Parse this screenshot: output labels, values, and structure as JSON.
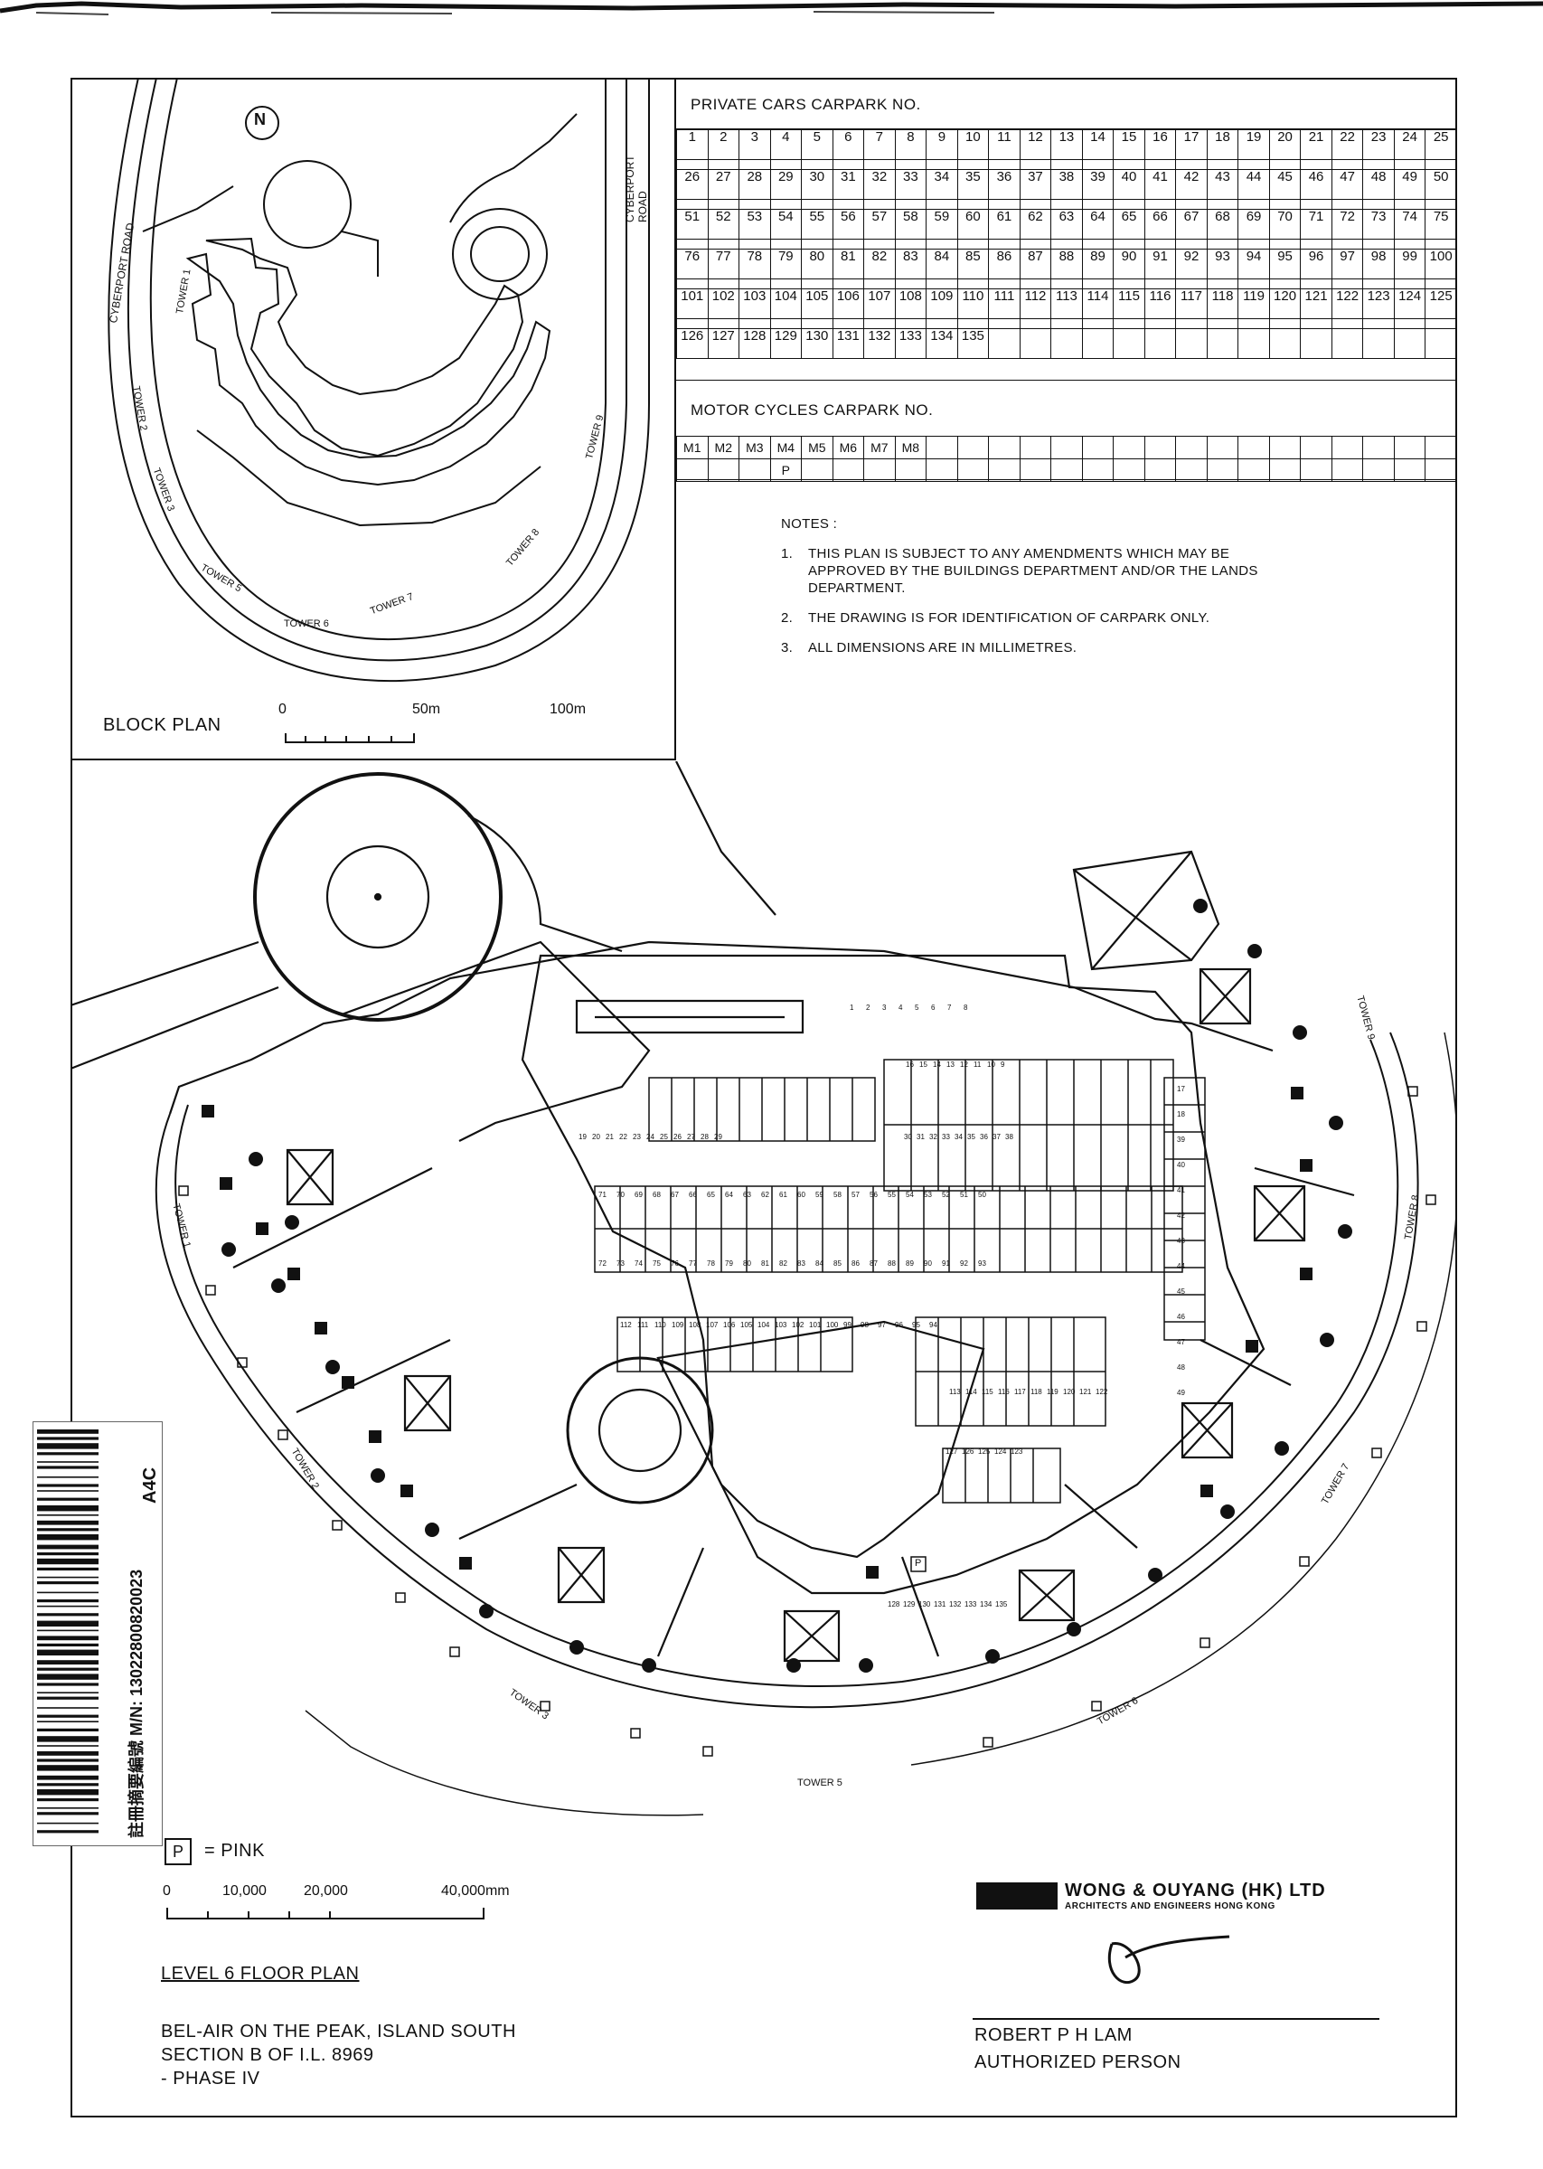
{
  "block_plan": {
    "label": "BLOCK PLAN",
    "north": "N",
    "roads": [
      "CYBERPORT ROAD",
      "CYBERPORT ROAD"
    ],
    "towers": [
      "TOWER 1",
      "TOWER 2",
      "TOWER 3",
      "TOWER 5",
      "TOWER 6",
      "TOWER 7",
      "TOWER 8",
      "TOWER 9"
    ],
    "scale_labels": [
      "0",
      "50m",
      "100m"
    ]
  },
  "private_cars": {
    "title": "PRIVATE CARS CARPARK NO.",
    "rows": [
      [
        "1",
        "2",
        "3",
        "4",
        "5",
        "6",
        "7",
        "8",
        "9",
        "10",
        "11",
        "12",
        "13",
        "14",
        "15",
        "16",
        "17",
        "18",
        "19",
        "20",
        "21",
        "22",
        "23",
        "24",
        "25"
      ],
      [
        "26",
        "27",
        "28",
        "29",
        "30",
        "31",
        "32",
        "33",
        "34",
        "35",
        "36",
        "37",
        "38",
        "39",
        "40",
        "41",
        "42",
        "43",
        "44",
        "45",
        "46",
        "47",
        "48",
        "49",
        "50"
      ],
      [
        "51",
        "52",
        "53",
        "54",
        "55",
        "56",
        "57",
        "58",
        "59",
        "60",
        "61",
        "62",
        "63",
        "64",
        "65",
        "66",
        "67",
        "68",
        "69",
        "70",
        "71",
        "72",
        "73",
        "74",
        "75"
      ],
      [
        "76",
        "77",
        "78",
        "79",
        "80",
        "81",
        "82",
        "83",
        "84",
        "85",
        "86",
        "87",
        "88",
        "89",
        "90",
        "91",
        "92",
        "93",
        "94",
        "95",
        "96",
        "97",
        "98",
        "99",
        "100"
      ],
      [
        "101",
        "102",
        "103",
        "104",
        "105",
        "106",
        "107",
        "108",
        "109",
        "110",
        "111",
        "112",
        "113",
        "114",
        "115",
        "116",
        "117",
        "118",
        "119",
        "120",
        "121",
        "122",
        "123",
        "124",
        "125"
      ],
      [
        "126",
        "127",
        "128",
        "129",
        "130",
        "131",
        "132",
        "133",
        "134",
        "135",
        "",
        "",
        "",
        "",
        "",
        "",
        "",
        "",
        "",
        "",
        "",
        "",
        "",
        "",
        ""
      ]
    ]
  },
  "motor_cycles": {
    "title": "MOTOR CYCLES CARPARK NO.",
    "labels": [
      "M1",
      "M2",
      "M3",
      "M4",
      "M5",
      "M6",
      "M7",
      "M8",
      "",
      "",
      "",
      "",
      "",
      "",
      "",
      "",
      "",
      "",
      "",
      "",
      "",
      "",
      "",
      "",
      ""
    ],
    "marks": [
      "",
      "",
      "",
      "P",
      "",
      "",
      "",
      "",
      "",
      "",
      "",
      "",
      "",
      "",
      "",
      "",
      "",
      "",
      "",
      "",
      "",
      "",
      "",
      "",
      ""
    ]
  },
  "notes": {
    "heading": "NOTES :",
    "items": [
      {
        "num": "1.",
        "text": "THIS PLAN IS SUBJECT TO ANY AMENDMENTS WHICH MAY BE APPROVED BY THE BUILDINGS DEPARTMENT AND/OR THE LANDS DEPARTMENT."
      },
      {
        "num": "2.",
        "text": "THE DRAWING IS FOR IDENTIFICATION OF CARPARK ONLY."
      },
      {
        "num": "3.",
        "text": "ALL DIMENSIONS ARE IN MILLIMETRES."
      }
    ]
  },
  "floor_plan": {
    "towers": [
      "TOWER 1",
      "TOWER 2",
      "TOWER 3",
      "TOWER 5",
      "TOWER 6",
      "TOWER 7",
      "TOWER 8",
      "TOWER 9"
    ],
    "pink_marker": "P",
    "bays_a": [
      "1",
      "2",
      "3",
      "4",
      "5",
      "6",
      "7",
      "8"
    ],
    "bays_b": [
      "19",
      "20",
      "21",
      "22",
      "23",
      "24",
      "25",
      "26",
      "27",
      "28",
      "29"
    ],
    "bays_c": [
      "16",
      "15",
      "14",
      "13",
      "12",
      "11",
      "10",
      "9"
    ],
    "bays_d": [
      "30",
      "31",
      "32",
      "33",
      "34",
      "35",
      "36",
      "37",
      "38"
    ],
    "bays_e": [
      "71",
      "70",
      "69",
      "68",
      "67",
      "66",
      "65",
      "64",
      "63",
      "62",
      "61",
      "60",
      "59",
      "58",
      "57",
      "56",
      "55",
      "54",
      "53",
      "52",
      "51",
      "50"
    ],
    "bays_f": [
      "72",
      "73",
      "74",
      "75",
      "76",
      "77",
      "78",
      "79",
      "80",
      "81",
      "82",
      "83",
      "84",
      "85",
      "86",
      "87",
      "88",
      "89",
      "90",
      "91",
      "92",
      "93"
    ],
    "bays_g": [
      "112",
      "111",
      "110",
      "109",
      "108",
      "107",
      "106",
      "105",
      "104",
      "103",
      "102",
      "101",
      "100",
      "99",
      "98",
      "97",
      "96",
      "95",
      "94"
    ],
    "bays_h": [
      "113",
      "114",
      "115",
      "116",
      "117",
      "118",
      "119",
      "120",
      "121",
      "122"
    ],
    "bays_i": [
      "127",
      "126",
      "125",
      "124",
      "123"
    ],
    "bays_j": [
      "128",
      "129",
      "130",
      "131",
      "132",
      "133",
      "134",
      "135"
    ],
    "bays_k": [
      "17",
      "18",
      "39",
      "40",
      "41",
      "42",
      "43",
      "44",
      "45",
      "46",
      "47",
      "48",
      "49"
    ]
  },
  "legend": {
    "marker": "P",
    "text": "= PINK"
  },
  "scale": {
    "labels": [
      "0",
      "10,000",
      "20,000",
      "40,000mm"
    ]
  },
  "title_block": {
    "plan_title": "LEVEL 6 FLOOR PLAN",
    "project_lines": [
      "BEL-AIR ON THE PEAK, ISLAND SOUTH",
      "SECTION B OF I.L. 8969",
      "- PHASE IV"
    ],
    "company": "WONG & OUYANG (HK) LTD",
    "company_sub": "ARCHITECTS AND ENGINEERS HONG KONG",
    "person": "ROBERT P H LAM",
    "role": "AUTHORIZED PERSON"
  },
  "barcode": {
    "text": "註冊摘要編號 M/N: 13022800820023",
    "code": "A4C"
  }
}
